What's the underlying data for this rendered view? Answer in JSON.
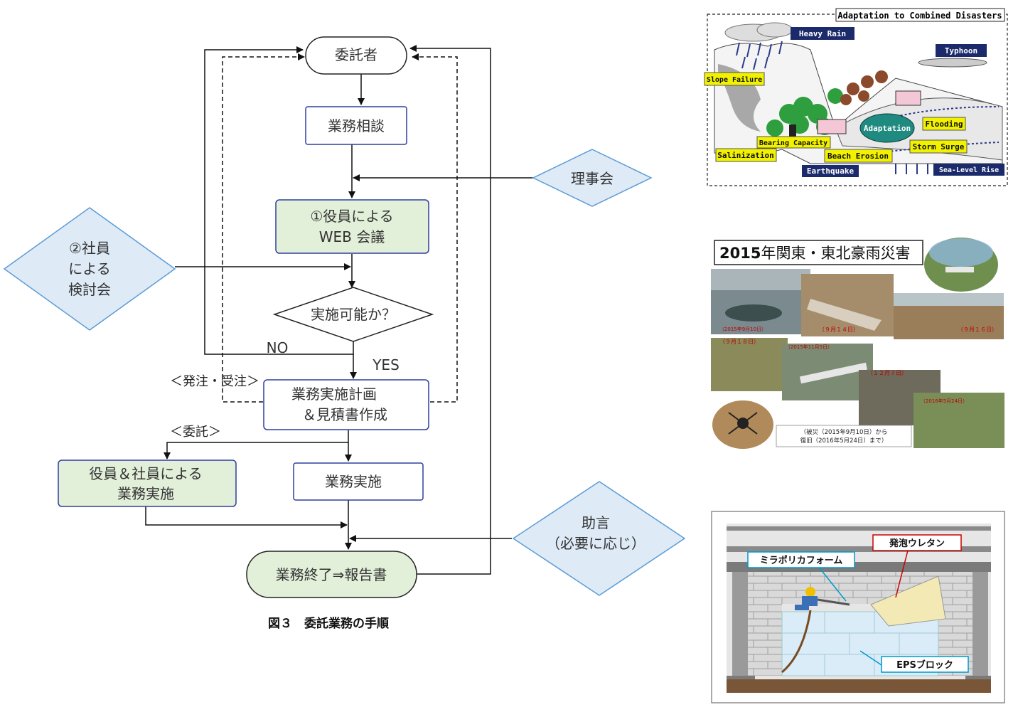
{
  "flowchart": {
    "start": "委託者",
    "consult": "業務相談",
    "web_meeting": [
      "①役員による",
      "WEB 会議"
    ],
    "board": "理事会",
    "staff_meeting": [
      "②社員",
      "による",
      "検討会"
    ],
    "decision": "実施可能か？",
    "no_label": "NO",
    "yes_label": "YES",
    "order_label": "＜発注・受注＞",
    "plan": [
      "業務実施計画",
      "＆見積書作成"
    ],
    "entrust_label": "＜委託＞",
    "officer_exec": [
      "役員＆社員による",
      "業務実施"
    ],
    "exec": "業務実施",
    "advice": [
      "助言",
      "（必要に応じ）"
    ],
    "end": "業務終了⇒報告書",
    "caption": "図３　委託業務の手順"
  },
  "figure1": {
    "title": "Adaptation to Combined Disasters",
    "labels": {
      "heavy_rain": "Heavy Rain",
      "typhoon": "Typhoon",
      "slope_failure": "Slope Failure",
      "flooding": "Flooding",
      "adaptation": "Adaptation",
      "bearing_capacity": "Bearing Capacity",
      "storm_surge": "Storm Surge",
      "salinization": "Salinization",
      "beach_erosion": "Beach Erosion",
      "earthquake": "Earthquake",
      "sea_level_rise": "Sea-Level Rise"
    }
  },
  "figure2": {
    "title_year": "2015",
    "title_rest": "年関東・東北豪雨災害",
    "photo_labels": [
      "（2015年9月10日）",
      "（９月１４日）",
      "（９月１６日）",
      "（９月１８日）",
      "（2015年11月5日）",
      "（１２月７日）",
      "（2016年5月24日）"
    ],
    "note": [
      "（被災（2015年9月10日）から",
      "復旧（2016年5月24日）まで）"
    ]
  },
  "figure3": {
    "label_urethane": "発泡ウレタン",
    "label_foam": "ミラポリカフォーム",
    "label_eps": "EPSブロック"
  },
  "colors": {
    "green_fill": "#e2efd9",
    "blue_border": "#2f3e9e",
    "diamond_fill": "#deebf7",
    "diamond_border": "#5b9bd5",
    "label_yellow": "#f2f200",
    "label_navy": "#1b2a6b"
  }
}
